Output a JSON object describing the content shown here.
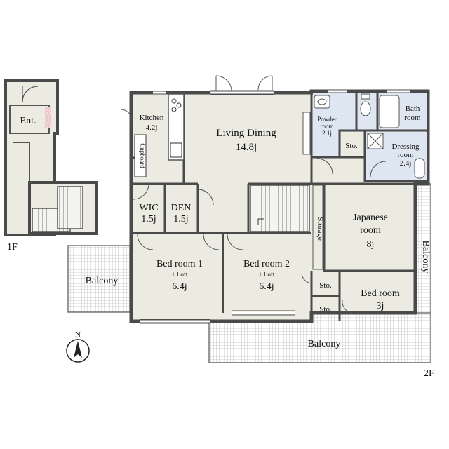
{
  "floors": {
    "first": "1F",
    "second": "2F"
  },
  "compass": "N",
  "rooms": {
    "entrance": "Ent.",
    "kitchen": {
      "name": "Kitchen",
      "size": "4.2j"
    },
    "cupboard": "Cupboard",
    "living": {
      "name": "Living Dining",
      "size": "14.8j"
    },
    "powder": {
      "line1": "Powder",
      "line2": "room",
      "size": "2.1j"
    },
    "bath": {
      "line1": "Bath",
      "line2": "room"
    },
    "storage_small": "Sto.",
    "dressing": {
      "line1": "Dressing",
      "line2": "room",
      "size": "2.4j"
    },
    "wic": {
      "name": "WIC",
      "size": "1.5j"
    },
    "den": {
      "name": "DEN",
      "size": "1.5j"
    },
    "storage": "Storage",
    "japanese": {
      "line1": "Japanese",
      "line2": "room",
      "size": "8j"
    },
    "bed1": {
      "name": "Bed room 1",
      "loft": "+ Loft",
      "size": "6.4j"
    },
    "bed2": {
      "name": "Bed room 2",
      "loft": "+ Loft",
      "size": "6.4j"
    },
    "sto_a": "Sto.",
    "sto_b": "Sto.",
    "bed3": {
      "name": "Bed room",
      "size": "3j"
    },
    "balcony_left": "Balcony",
    "balcony_right": "Balcony",
    "balcony_bottom": "Balcony"
  },
  "colors": {
    "room_fill": "#ecebe2",
    "wet_fill": "#dde6f1",
    "wall": "#4a4a4a",
    "balcony_hatch": "#9a9a9a",
    "accent_pink": "#f2c8d2"
  }
}
